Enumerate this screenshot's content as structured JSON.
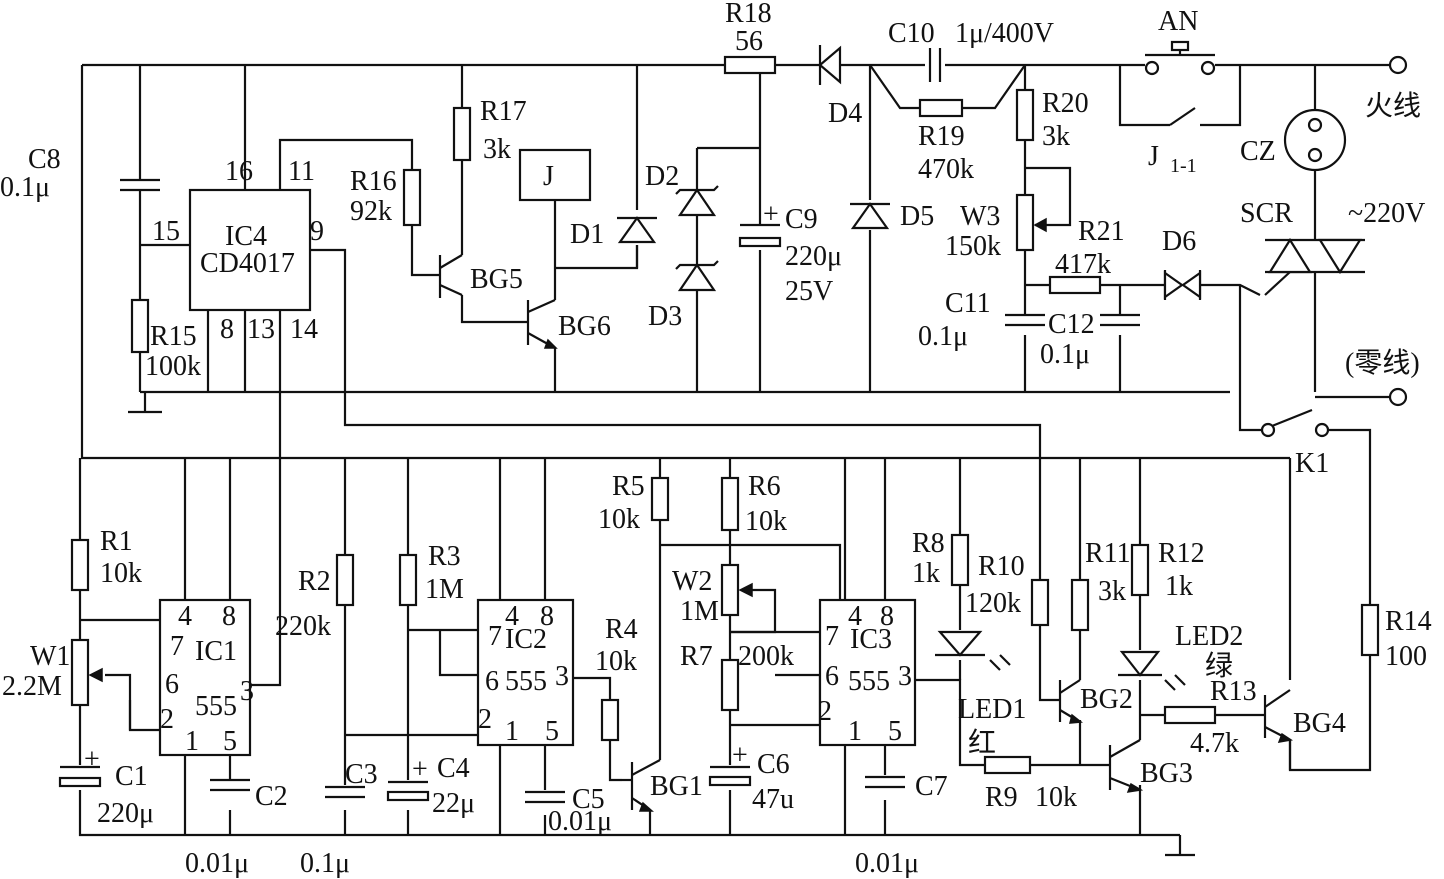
{
  "ic4": {
    "name": "IC4",
    "part": "CD4017",
    "pin16": "16",
    "pin11": "11",
    "pin15": "15",
    "pin9": "9",
    "pin8": "8",
    "pin13": "13",
    "pin14": "14"
  },
  "ic1": {
    "name": "IC1",
    "part": "555",
    "pin4": "4",
    "pin8": "8",
    "pin7": "7",
    "pin6": "6",
    "pin2": "2",
    "pin1": "1",
    "pin5": "5",
    "pin3": "3"
  },
  "ic2": {
    "name": "IC2",
    "part": "555",
    "pin4": "4",
    "pin8": "8",
    "pin7": "7",
    "pin6": "6",
    "pin2": "2",
    "pin1": "1",
    "pin5": "5",
    "pin3": "3"
  },
  "ic3": {
    "name": "IC3",
    "part": "555",
    "pin4": "4",
    "pin8": "8",
    "pin7": "7",
    "pin6": "6",
    "pin2": "2",
    "pin1": "1",
    "pin5": "5",
    "pin3": "3"
  },
  "parts": {
    "c8": {
      "name": "C8",
      "value": "0.1μ"
    },
    "r15": {
      "name": "R15",
      "value": "100k"
    },
    "r16": {
      "name": "R16",
      "value": "92k"
    },
    "r17": {
      "name": "R17",
      "value": "3k"
    },
    "relay": {
      "name": "J"
    },
    "bg5": {
      "name": "BG5"
    },
    "bg6": {
      "name": "BG6"
    },
    "d1": {
      "name": "D1"
    },
    "d2": {
      "name": "D2"
    },
    "d3": {
      "name": "D3"
    },
    "c9": {
      "name": "C9",
      "value": "220μ",
      "voltage": "25V"
    },
    "r18": {
      "name": "R18",
      "value": "56"
    },
    "d4": {
      "name": "D4"
    },
    "d5": {
      "name": "D5"
    },
    "c10": {
      "name": "C10",
      "value": "1μ/400V"
    },
    "r19": {
      "name": "R19",
      "value": "470k"
    },
    "r20": {
      "name": "R20",
      "value": "3k"
    },
    "w3": {
      "name": "W3",
      "value": "150k"
    },
    "r21": {
      "name": "R21",
      "value": "417k"
    },
    "c11": {
      "name": "C11",
      "value": "0.1μ"
    },
    "c12": {
      "name": "C12",
      "value": "0.1μ"
    },
    "d6": {
      "name": "D6"
    },
    "an": {
      "name": "AN"
    },
    "j11": {
      "name": "J",
      "sub": "1-1"
    },
    "cz": {
      "name": "CZ"
    },
    "scr": {
      "name": "SCR"
    },
    "live": {
      "name": "火线"
    },
    "mains": {
      "name": "~220V"
    },
    "neutral": {
      "name": "(零线)"
    },
    "k1": {
      "name": "K1"
    },
    "r1": {
      "name": "R1",
      "value": "10k"
    },
    "w1": {
      "name": "W1",
      "value": "2.2M"
    },
    "c1": {
      "name": "C1",
      "value": "220μ"
    },
    "c2": {
      "name": "C2",
      "value": "0.01μ"
    },
    "r2": {
      "name": "R2",
      "value": "220k"
    },
    "c3": {
      "name": "C3",
      "value": "0.1μ"
    },
    "r3": {
      "name": "R3",
      "value": "1M"
    },
    "c4": {
      "name": "C4",
      "value": "22μ"
    },
    "c5": {
      "name": "C5",
      "value": "0.01μ"
    },
    "r4": {
      "name": "R4",
      "value": "10k"
    },
    "r5": {
      "name": "R5",
      "value": "10k"
    },
    "bg1": {
      "name": "BG1"
    },
    "r6": {
      "name": "R6",
      "value": "10k"
    },
    "w2": {
      "name": "W2",
      "value": "1M"
    },
    "r7": {
      "name": "R7",
      "value": "200k"
    },
    "c6": {
      "name": "C6",
      "value": "47u"
    },
    "c7": {
      "name": "C7",
      "value": "0.01μ"
    },
    "r8": {
      "name": "R8",
      "value": "1k"
    },
    "led1": {
      "name": "LED1",
      "color": "红"
    },
    "r9": {
      "name": "R9",
      "value": "10k"
    },
    "r10": {
      "name": "R10",
      "value": "120k"
    },
    "r11": {
      "name": "R11",
      "value": "3k"
    },
    "r12": {
      "name": "R12",
      "value": "1k"
    },
    "led2": {
      "name": "LED2",
      "color": "绿"
    },
    "bg2": {
      "name": "BG2"
    },
    "bg3": {
      "name": "BG3"
    },
    "r13": {
      "name": "R13",
      "value": "4.7k"
    },
    "bg4": {
      "name": "BG4"
    },
    "r14": {
      "name": "R14",
      "value": "100"
    }
  }
}
